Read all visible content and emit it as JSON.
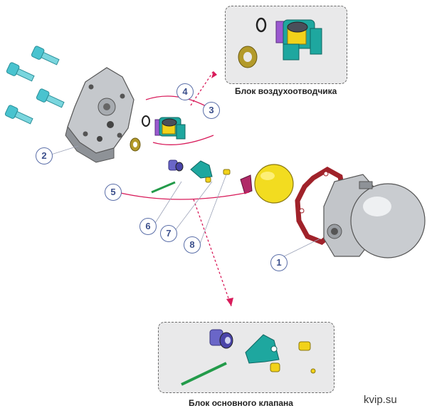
{
  "diagram": {
    "inset_top_title": "Блок воздухоотводчика",
    "inset_bottom_title": "Блок основного клапана",
    "watermark": "kvip.su",
    "callouts": [
      {
        "id": "c1",
        "label": "1"
      },
      {
        "id": "c2",
        "label": "2"
      },
      {
        "id": "c3",
        "label": "3"
      },
      {
        "id": "c4",
        "label": "4"
      },
      {
        "id": "c5",
        "label": "5"
      },
      {
        "id": "c6",
        "label": "6"
      },
      {
        "id": "c7",
        "label": "7"
      },
      {
        "id": "c8",
        "label": "8"
      }
    ],
    "colors": {
      "metal": "#b9bcc0",
      "metal_dark": "#6f7378",
      "teal": "#1ea79f",
      "yellow": "#f2d21a",
      "gasket_red": "#a0222a",
      "bolt_cyan": "#49c3cf",
      "arrow_red": "#d81b5a",
      "callout_blue": "#3b4f8c"
    }
  }
}
